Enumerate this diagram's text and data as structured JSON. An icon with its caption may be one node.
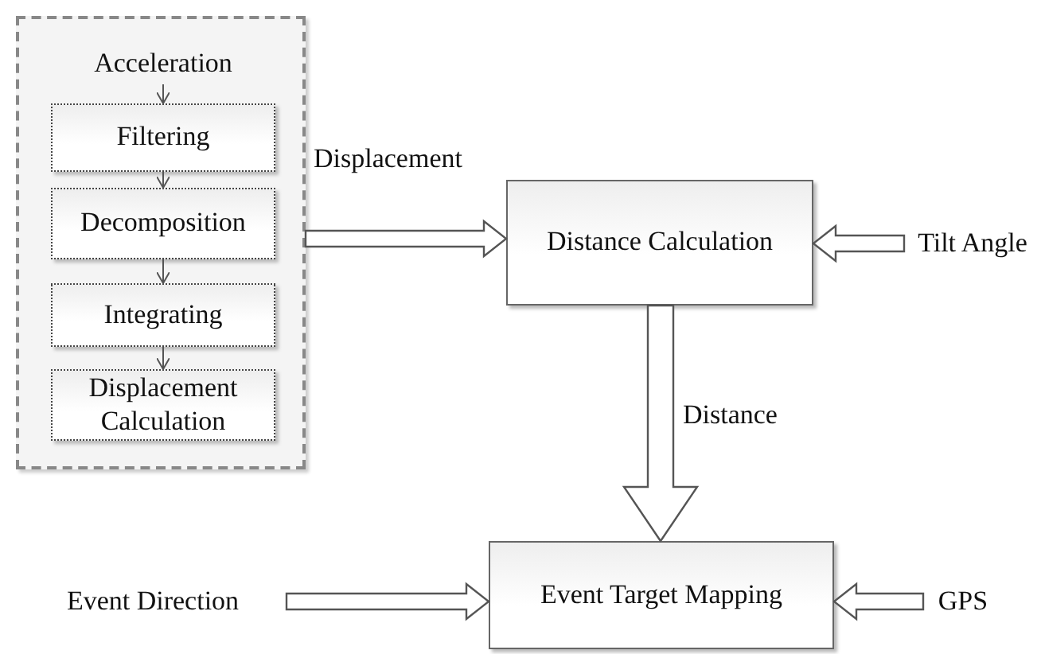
{
  "diagram": {
    "nodes": [
      {
        "text": [],
        "shape": "box"
      },
      {
        "text": [
          "Acceleration"
        ],
        "in": 0
      },
      {
        "text": [
          "Filtering"
        ],
        "in": 0
      },
      {
        "text": [
          "Decomposition"
        ],
        "in": 0
      },
      {
        "text": [
          "Integrating"
        ],
        "in": 0
      },
      {
        "text": [
          "Displacement Calculation"
        ],
        "in": 0
      },
      {
        "text": [
          "Distance Calculation"
        ]
      },
      {
        "text": [
          "Tilt Angle"
        ]
      },
      {
        "text": [
          "Event Direction"
        ]
      },
      {
        "text": [
          "Event Target Mapping"
        ]
      },
      {
        "text": [
          "GPS"
        ]
      }
    ],
    "edges": [
      {
        "from": 1,
        "to": 2,
        "arrow": "to"
      },
      {
        "from": 2,
        "to": 3,
        "arrow": "to"
      },
      {
        "from": 3,
        "to": 4,
        "arrow": "to"
      },
      {
        "from": 4,
        "to": 5,
        "arrow": "to"
      },
      {
        "from": 0,
        "to": 6,
        "arrow": "to",
        "label": "Displacement",
        "style": "thick"
      },
      {
        "from": 7,
        "to": 6,
        "arrow": "to",
        "style": "thick"
      },
      {
        "from": 6,
        "to": 9,
        "arrow": "to",
        "label": "Distance",
        "style": "thick"
      },
      {
        "from": 8,
        "to": 9,
        "arrow": "to",
        "style": "thick"
      },
      {
        "from": 10,
        "to": 9,
        "arrow": "to",
        "style": "thick"
      }
    ]
  }
}
